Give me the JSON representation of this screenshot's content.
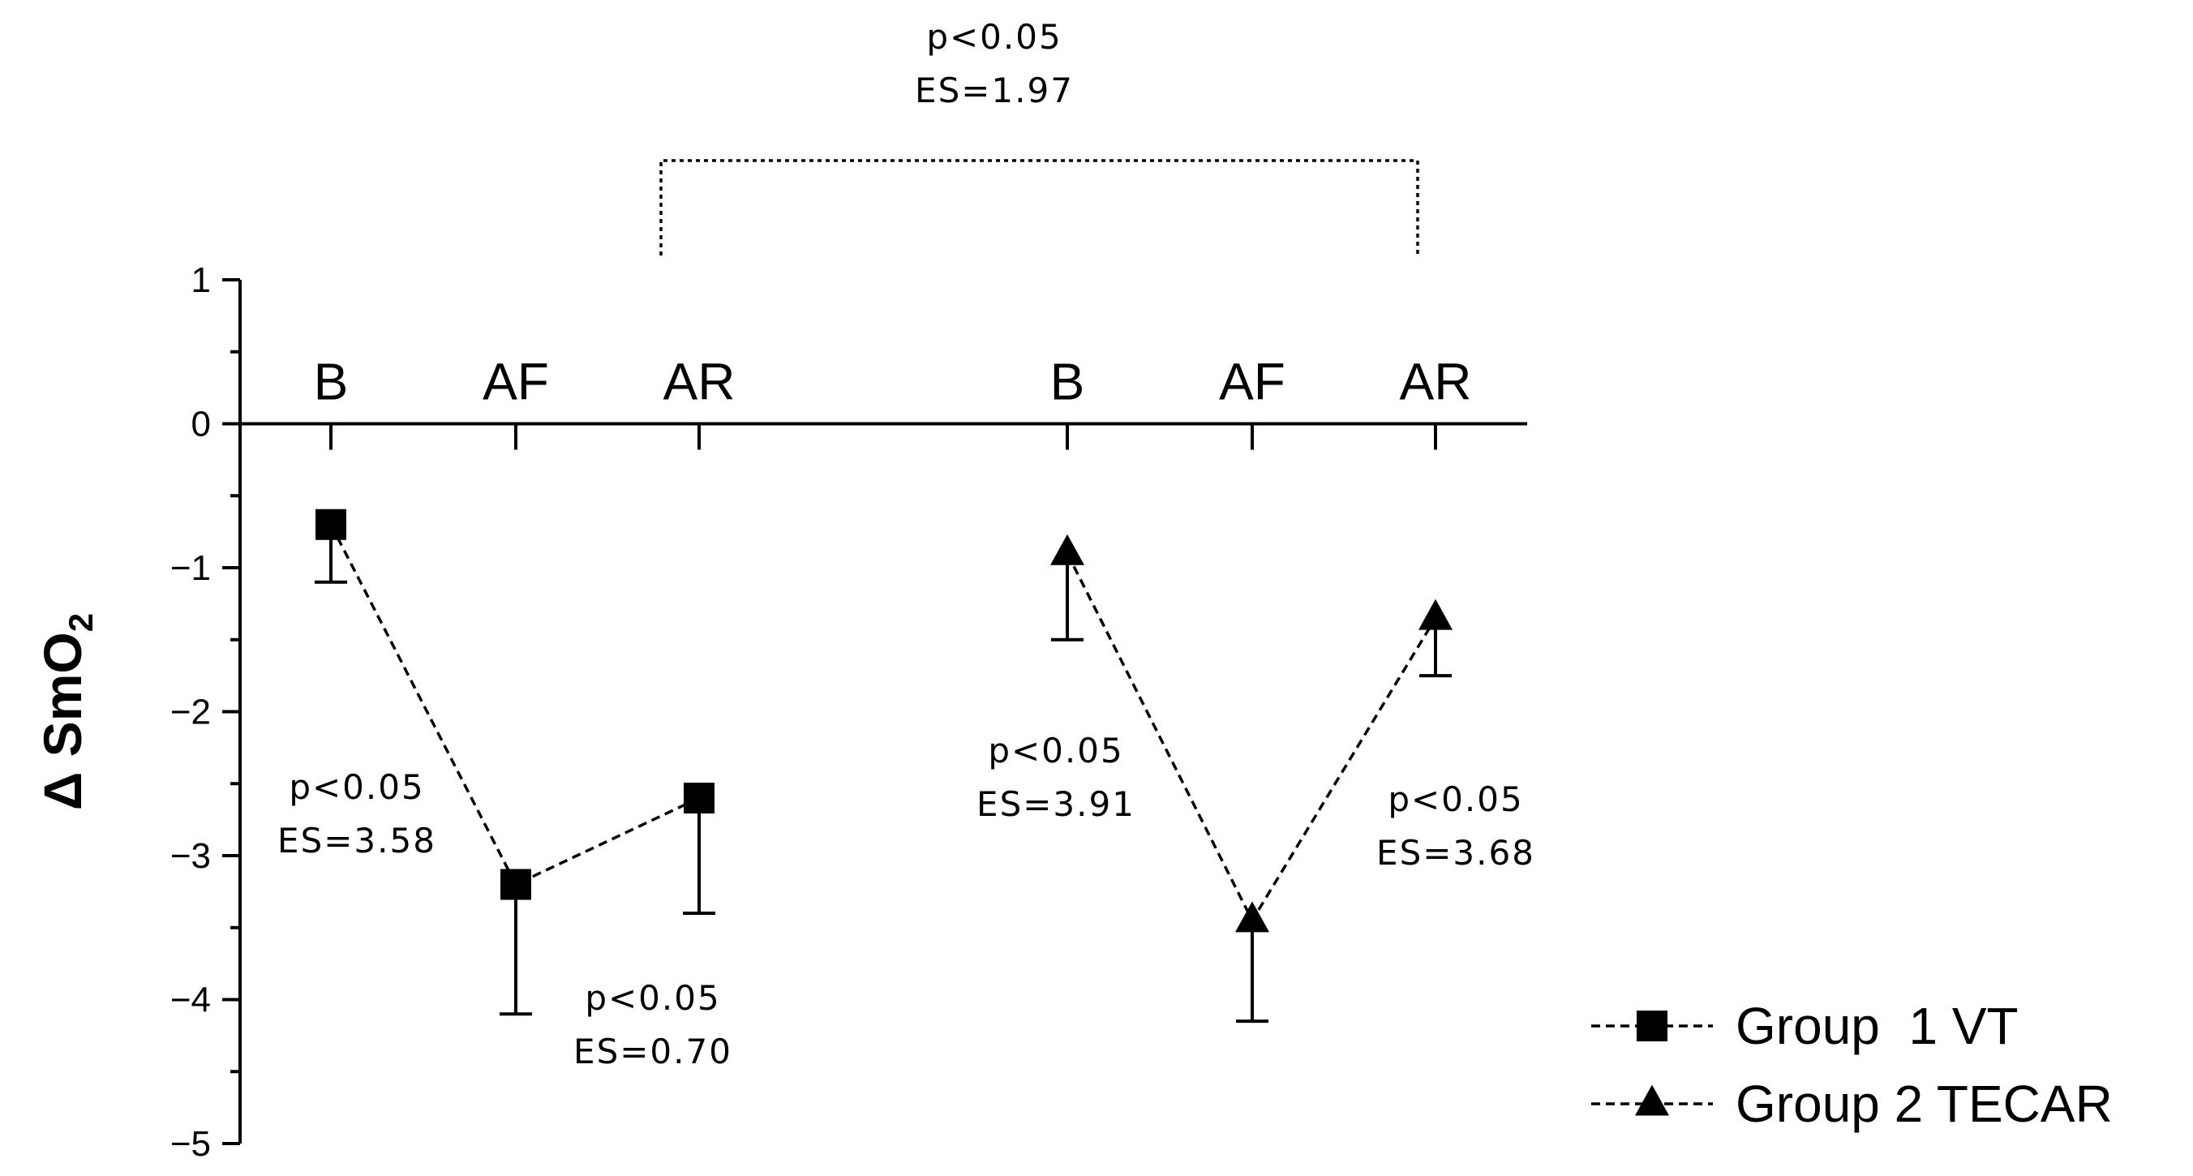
{
  "chart_data": {
    "type": "line",
    "ylabel": "Δ SmO",
    "ylabel_sub": "2",
    "ylim": [
      -5,
      1
    ],
    "yticks": [
      1,
      0,
      -1,
      -2,
      -3,
      -4,
      -5
    ],
    "ytick_labels": [
      "1",
      "0",
      "−1",
      "−2",
      "−3",
      "−4",
      "−5"
    ],
    "categories": [
      "B",
      "AF",
      "AR",
      "B",
      "AF",
      "AR"
    ],
    "grid": false,
    "legend_position": "bottom-right",
    "series": [
      {
        "name": "Group  1 VT",
        "marker": "square",
        "line_style": "dashed",
        "color": "#000000",
        "x": [
          "B",
          "AF",
          "AR"
        ],
        "y": [
          -0.7,
          -3.2,
          -2.6
        ],
        "error_low": [
          -1.1,
          -4.1,
          -3.4
        ]
      },
      {
        "name": "Group 2 TECAR",
        "marker": "triangle",
        "line_style": "dashed",
        "color": "#000000",
        "x": [
          "B",
          "AF",
          "AR"
        ],
        "y": [
          -0.9,
          -3.45,
          -1.35
        ],
        "error_low": [
          -1.5,
          -4.15,
          -1.75
        ]
      }
    ],
    "annotations": [
      {
        "id": "g1-b-af",
        "line1": "p<0.05",
        "line2": "ES=3.58"
      },
      {
        "id": "g1-af-ar",
        "line1": "p<0.05",
        "line2": "ES=0.70"
      },
      {
        "id": "g2-b-af",
        "line1": "p<0.05",
        "line2": "ES=3.91"
      },
      {
        "id": "g2-af-ar",
        "line1": "p<0.05",
        "line2": "ES=3.68"
      },
      {
        "id": "between-groups-ar",
        "line1": "p<0.05",
        "line2": "ES=1.97"
      }
    ]
  }
}
